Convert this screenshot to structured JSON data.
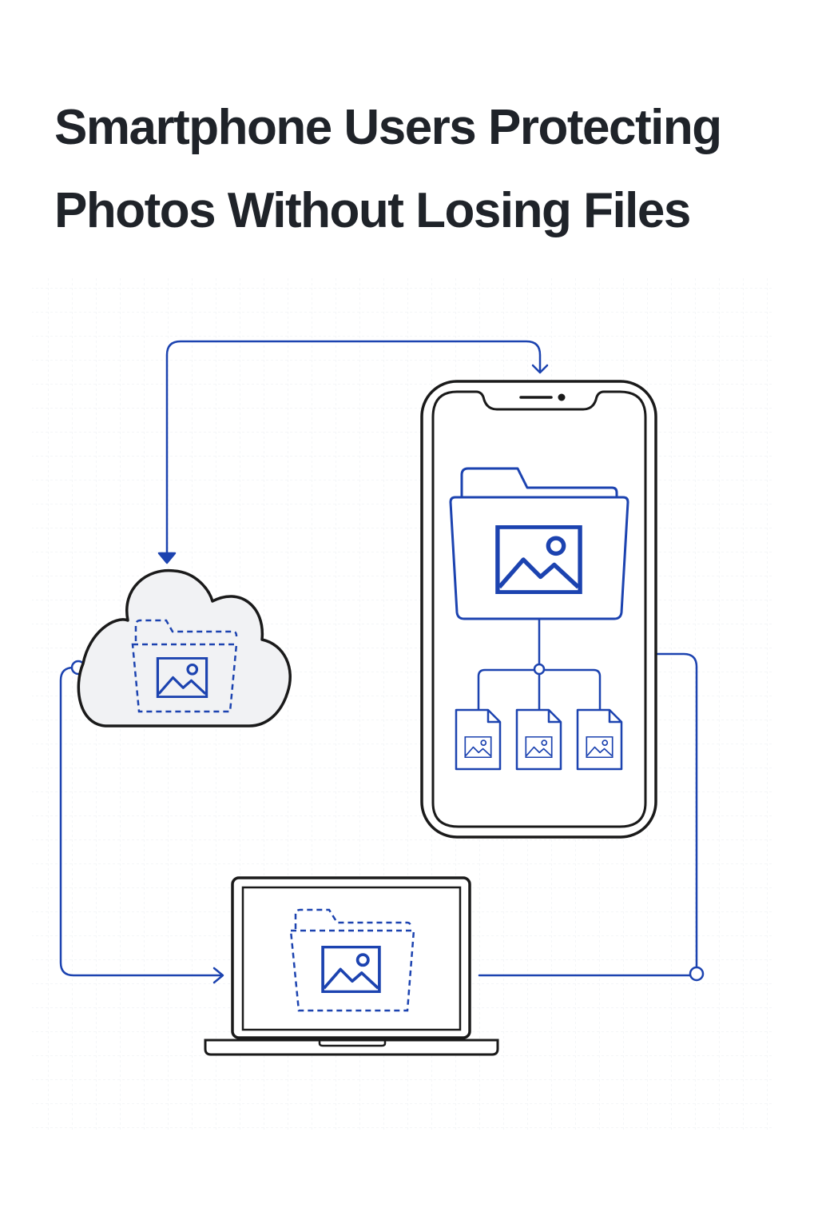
{
  "title": {
    "line1": "Smartphone Users Protecting",
    "line2": "Photos Without Losing Files"
  },
  "colors": {
    "accent": "#1c43b0",
    "outline": "#1a1a1a",
    "grid": "#e9edf2",
    "cloud_fill": "#f1f2f4",
    "background": "#ffffff"
  },
  "nodes": [
    {
      "id": "cloud",
      "icon": "cloud-icon",
      "content": "dashed-folder-photo-icon"
    },
    {
      "id": "smartphone",
      "icon": "smartphone-icon",
      "content": "folder-photo-icon",
      "children": [
        "photo-file-icon",
        "photo-file-icon",
        "photo-file-icon"
      ]
    },
    {
      "id": "laptop",
      "icon": "laptop-icon",
      "content": "dashed-folder-photo-icon"
    }
  ],
  "connectors": [
    {
      "from": "cloud",
      "to": "smartphone",
      "style": "arrow"
    },
    {
      "from": "smartphone",
      "to": "cloud",
      "style": "arrow"
    },
    {
      "from": "cloud",
      "to": "laptop",
      "style": "arrow"
    },
    {
      "from": "smartphone",
      "to": "laptop",
      "style": "dot"
    }
  ]
}
